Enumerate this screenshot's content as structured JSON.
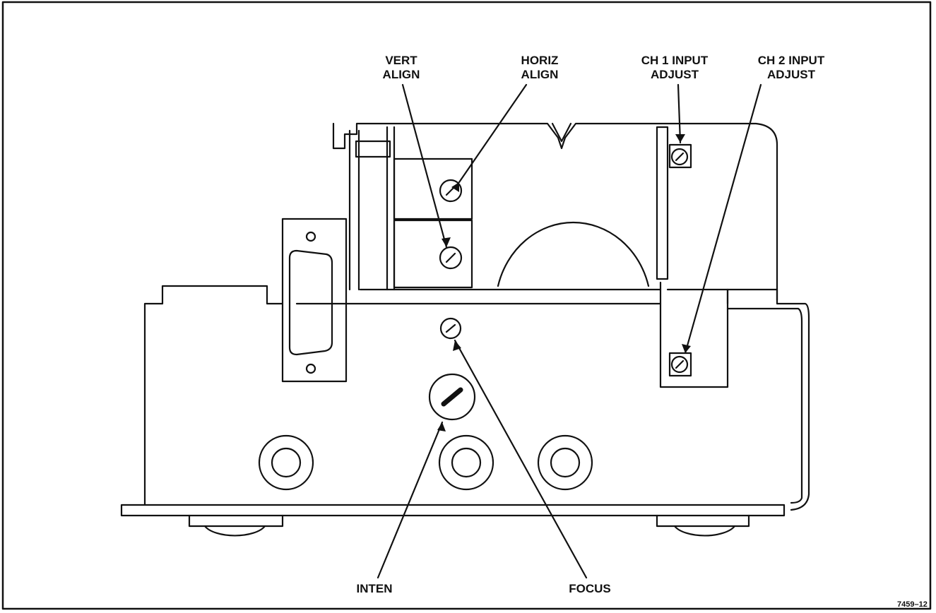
{
  "labels": {
    "vert_align": [
      "VERT",
      "ALIGN"
    ],
    "horiz_align": [
      "HORIZ",
      "ALIGN"
    ],
    "ch1_input_adjust": [
      "CH 1 INPUT",
      "ADJUST"
    ],
    "ch2_input_adjust": [
      "CH 2 INPUT",
      "ADJUST"
    ],
    "inten": "INTEN",
    "focus": "FOCUS"
  },
  "figure_number": "7459–12",
  "colors": {
    "ink": "#111111",
    "paper": "#ffffff"
  }
}
